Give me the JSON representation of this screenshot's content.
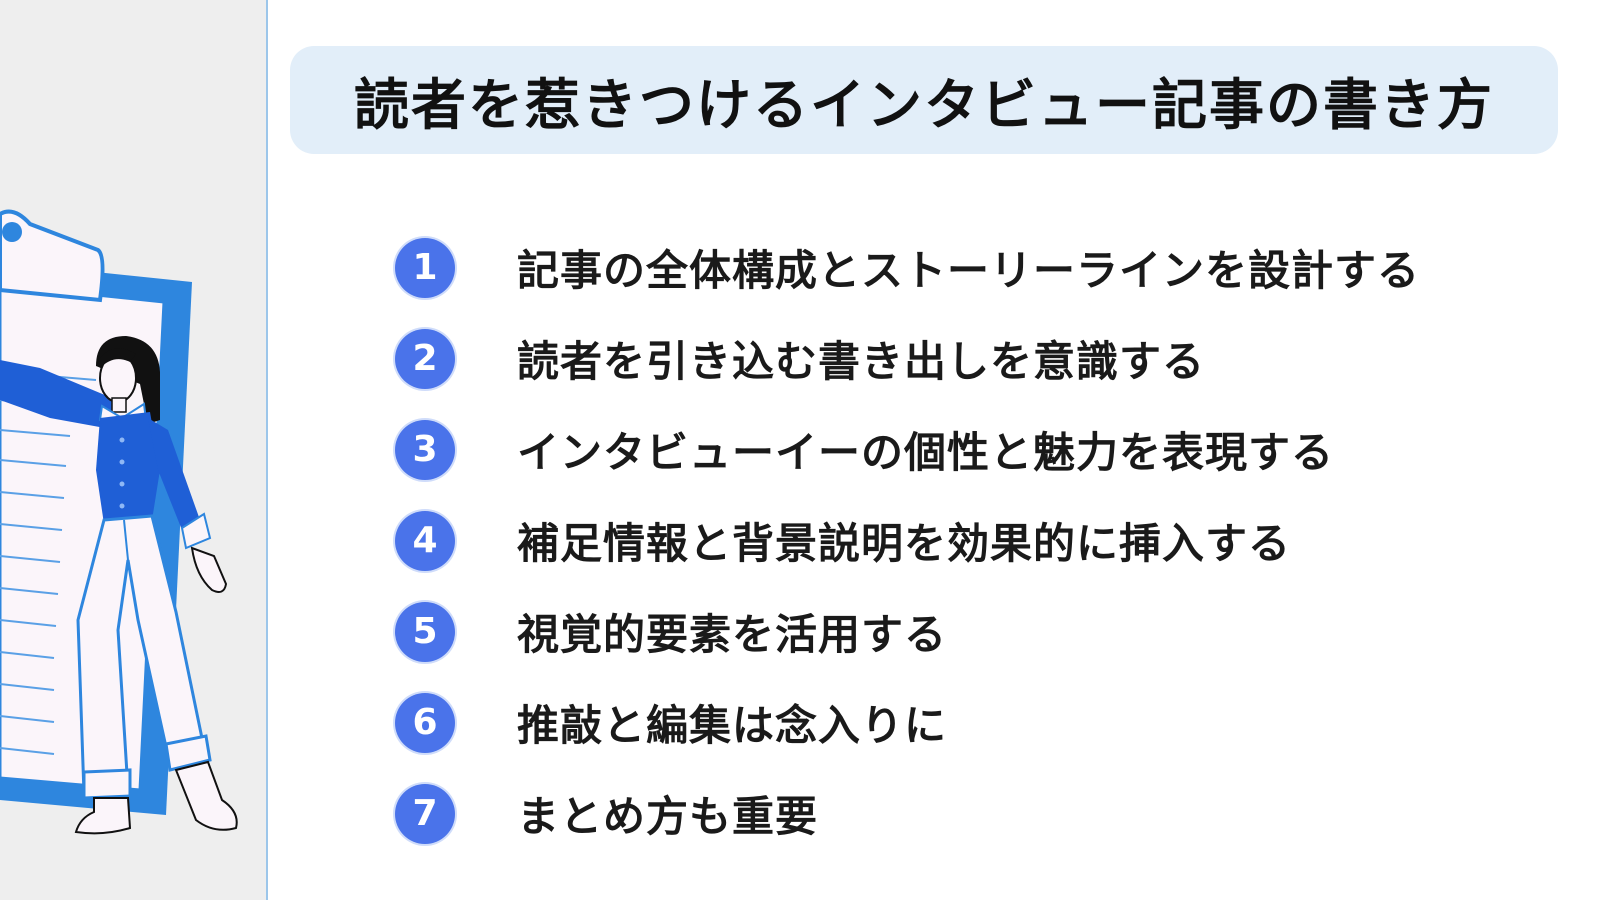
{
  "title": "読者を惹きつけるインタビュー記事の書き方",
  "steps": [
    {
      "number": "1",
      "text": "記事の全体構成とストーリーラインを設計する"
    },
    {
      "number": "2",
      "text": "読者を引き込む書き出しを意識する"
    },
    {
      "number": "3",
      "text": "インタビューイーの個性と魅力を表現する"
    },
    {
      "number": "4",
      "text": "補足情報と背景説明を効果的に挿入する"
    },
    {
      "number": "5",
      "text": "視覚的要素を活用する"
    },
    {
      "number": "6",
      "text": "推敲と編集は念入りに"
    },
    {
      "number": "7",
      "text": "まとめ方も重要"
    }
  ],
  "colors": {
    "accent": "#4a73ea",
    "title_background": "#e2eef9",
    "panel_background": "#eeeeee",
    "clipboard_blue": "#2e86de",
    "shirt_blue": "#1f5fd6"
  },
  "icons": {
    "illustration": "woman-pointing-at-clipboard-illustration"
  }
}
